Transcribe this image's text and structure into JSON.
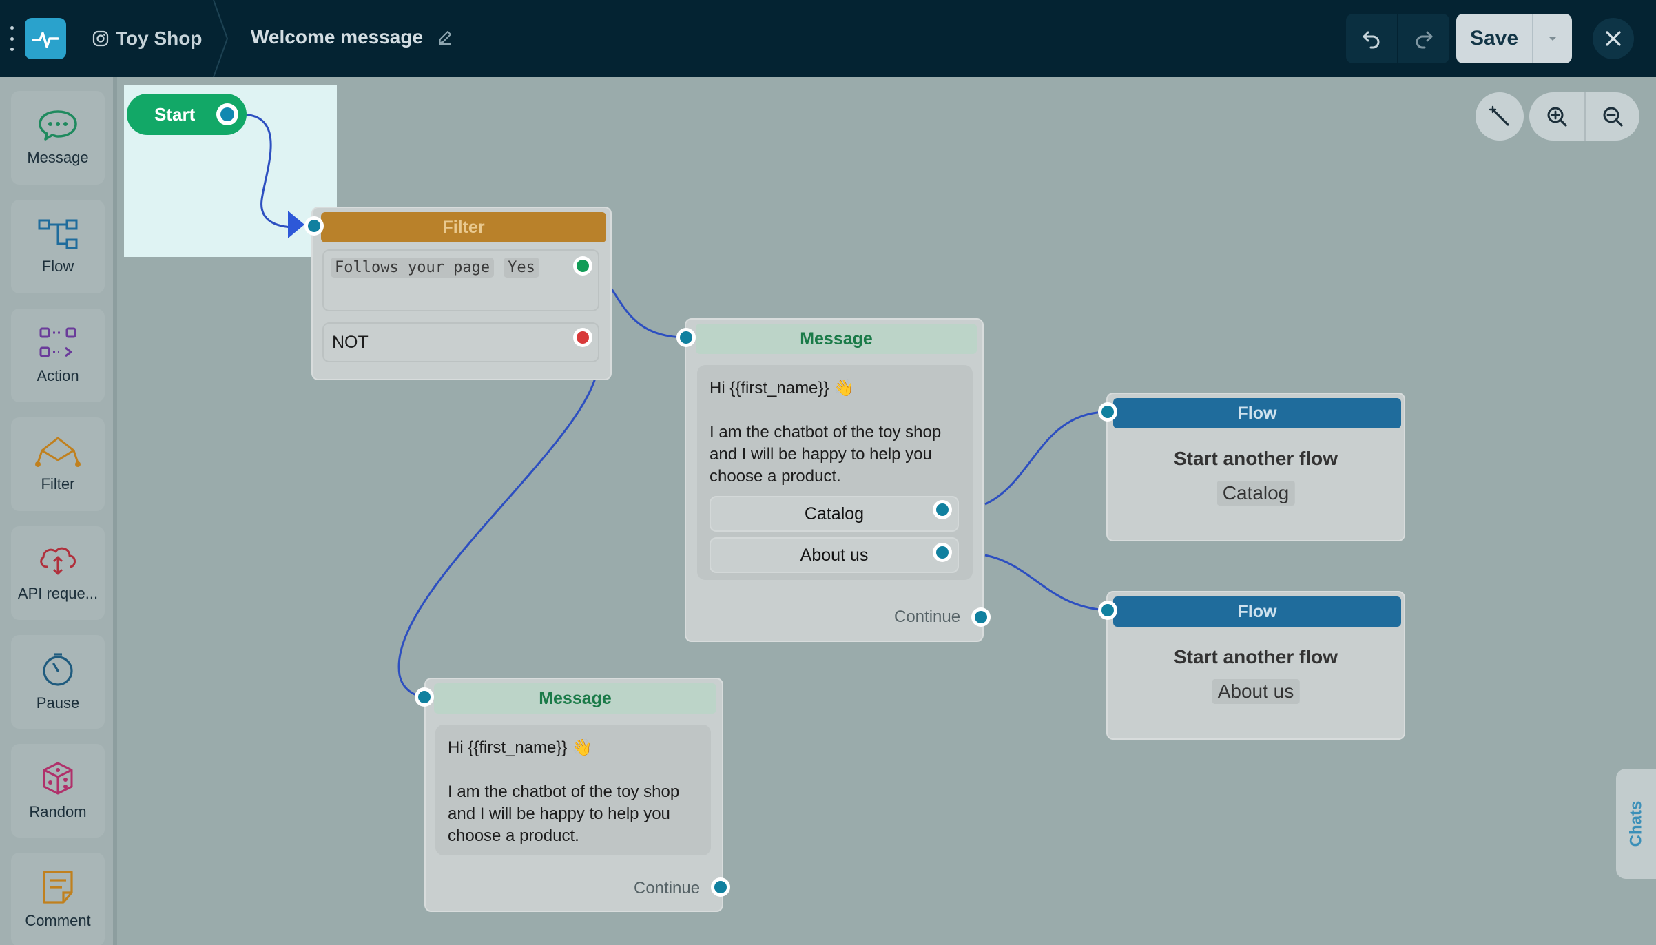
{
  "header": {
    "app_name": "Toy Shop",
    "flow_title": "Welcome message",
    "save_label": "Save"
  },
  "sidebar": {
    "items": [
      {
        "label": "Message",
        "icon": "chat-bubble-icon"
      },
      {
        "label": "Flow",
        "icon": "flow-diagram-icon"
      },
      {
        "label": "Action",
        "icon": "action-icon"
      },
      {
        "label": "Filter",
        "icon": "filter-branch-icon"
      },
      {
        "label": "API reque...",
        "icon": "cloud-api-icon"
      },
      {
        "label": "Pause",
        "icon": "clock-icon"
      },
      {
        "label": "Random",
        "icon": "dice-icon"
      },
      {
        "label": "Comment",
        "icon": "note-icon"
      }
    ]
  },
  "canvas": {
    "start_label": "Start",
    "filter": {
      "title": "Filter",
      "condition": "Follows your page",
      "condition_value": "Yes",
      "else_label": "NOT"
    },
    "message_main": {
      "title": "Message",
      "greeting": "Hi {{first_name}} 👋",
      "body": "I am the chatbot of the toy shop and I will be happy to help you choose a product.",
      "buttons": [
        "Catalog",
        "About us"
      ],
      "continue_label": "Continue"
    },
    "message_not": {
      "title": "Message",
      "greeting": "Hi {{first_name}} 👋",
      "body": "I am the chatbot of the toy shop and I will be happy to help you choose a product.",
      "continue_label": "Continue"
    },
    "flow_catalog": {
      "title": "Flow",
      "subtitle": "Start another flow",
      "target": "Catalog"
    },
    "flow_about": {
      "title": "Flow",
      "subtitle": "Start another flow",
      "target": "About us"
    }
  },
  "chats_tab_label": "Chats",
  "colors": {
    "topbar": "#042332",
    "start_green": "#12a867",
    "filter_orange": "#b9812a",
    "message_header": "#bcd4c8",
    "flow_blue": "#1f6c9c",
    "port_blue": "#10809f",
    "wire_blue": "#2d4fc0"
  }
}
